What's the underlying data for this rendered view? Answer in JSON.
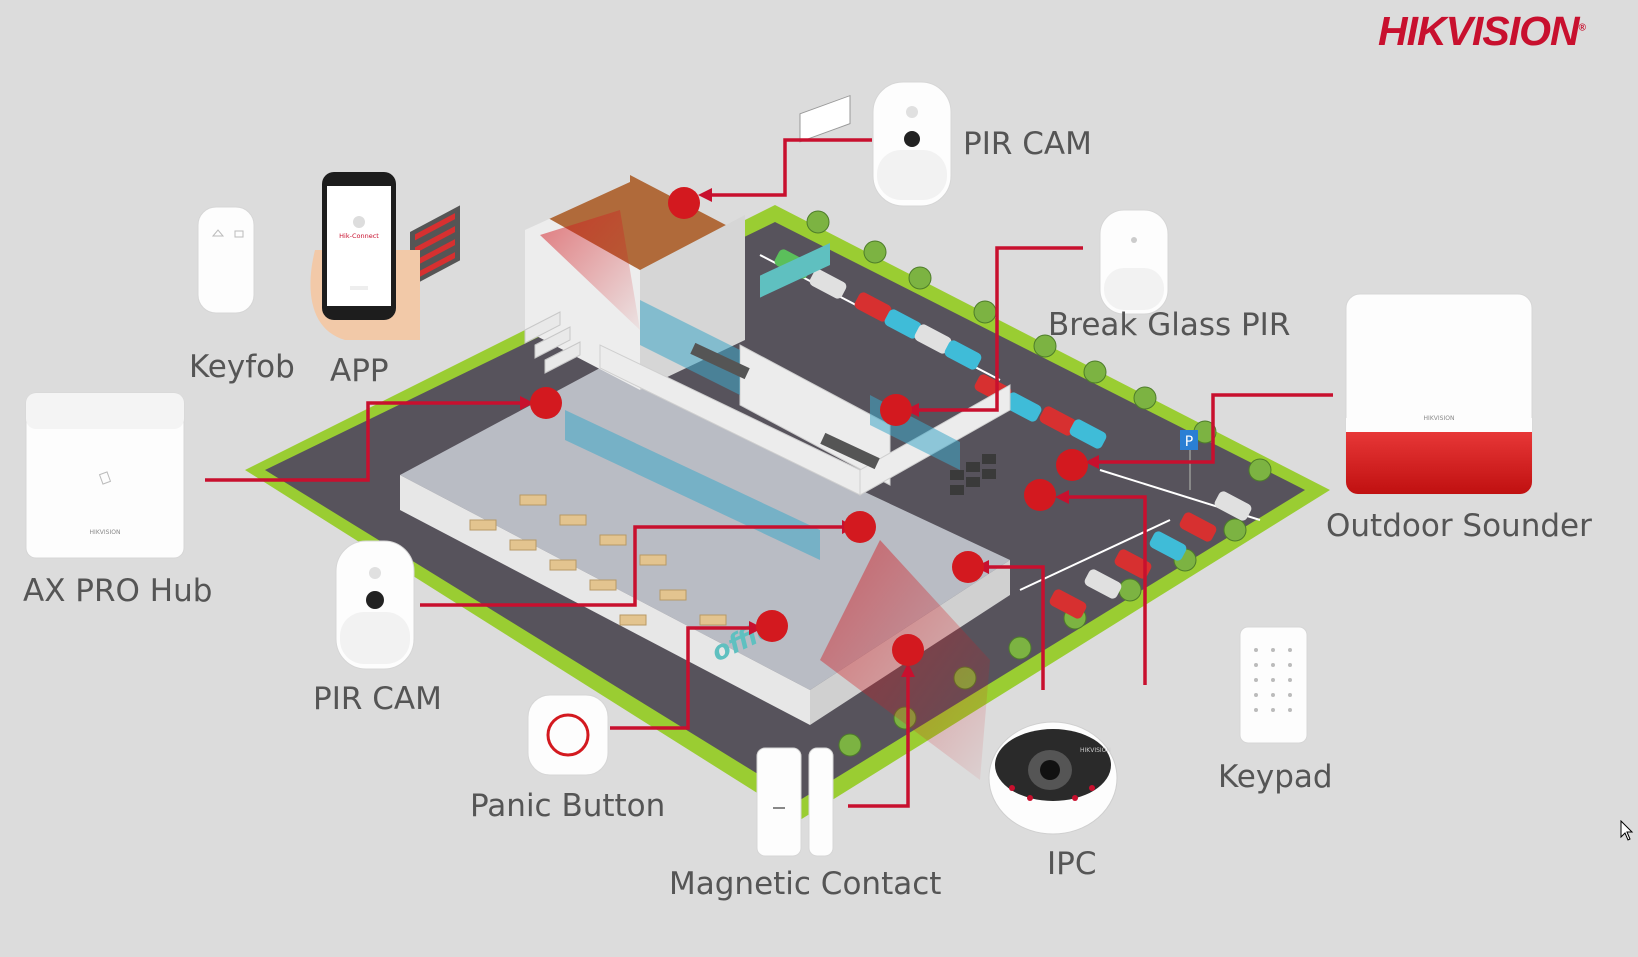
{
  "brand": {
    "name": "HIKVISION",
    "mark": "®"
  },
  "app_screen_text": "Hik-Connect",
  "building_sign": "office",
  "devices": [
    {
      "id": "pir-cam-top",
      "label": "PIR CAM",
      "icon": "pir-camera-icon"
    },
    {
      "id": "keyfob",
      "label": "Keyfob",
      "icon": "keyfob-icon"
    },
    {
      "id": "app",
      "label": "APP",
      "icon": "smartphone-app-icon"
    },
    {
      "id": "break-glass",
      "label": "Break Glass PIR",
      "icon": "break-glass-pir-icon"
    },
    {
      "id": "ax-pro-hub",
      "label": "AX PRO Hub",
      "icon": "hub-icon"
    },
    {
      "id": "outdoor-sounder",
      "label": "Outdoor Sounder",
      "icon": "siren-icon"
    },
    {
      "id": "pir-cam-left",
      "label": "PIR CAM",
      "icon": "pir-camera-icon"
    },
    {
      "id": "panic-button",
      "label": "Panic Button",
      "icon": "panic-button-icon"
    },
    {
      "id": "magnetic-contact",
      "label": "Magnetic Contact",
      "icon": "door-contact-icon"
    },
    {
      "id": "ipc",
      "label": "IPC",
      "icon": "dome-camera-icon"
    },
    {
      "id": "keypad",
      "label": "Keypad",
      "icon": "keypad-icon"
    }
  ],
  "colors": {
    "accent": "#c8102e",
    "marker": "#d3191f",
    "lawn": "#9acd32",
    "road": "#5a5560",
    "glass": "#3fa8c8"
  }
}
